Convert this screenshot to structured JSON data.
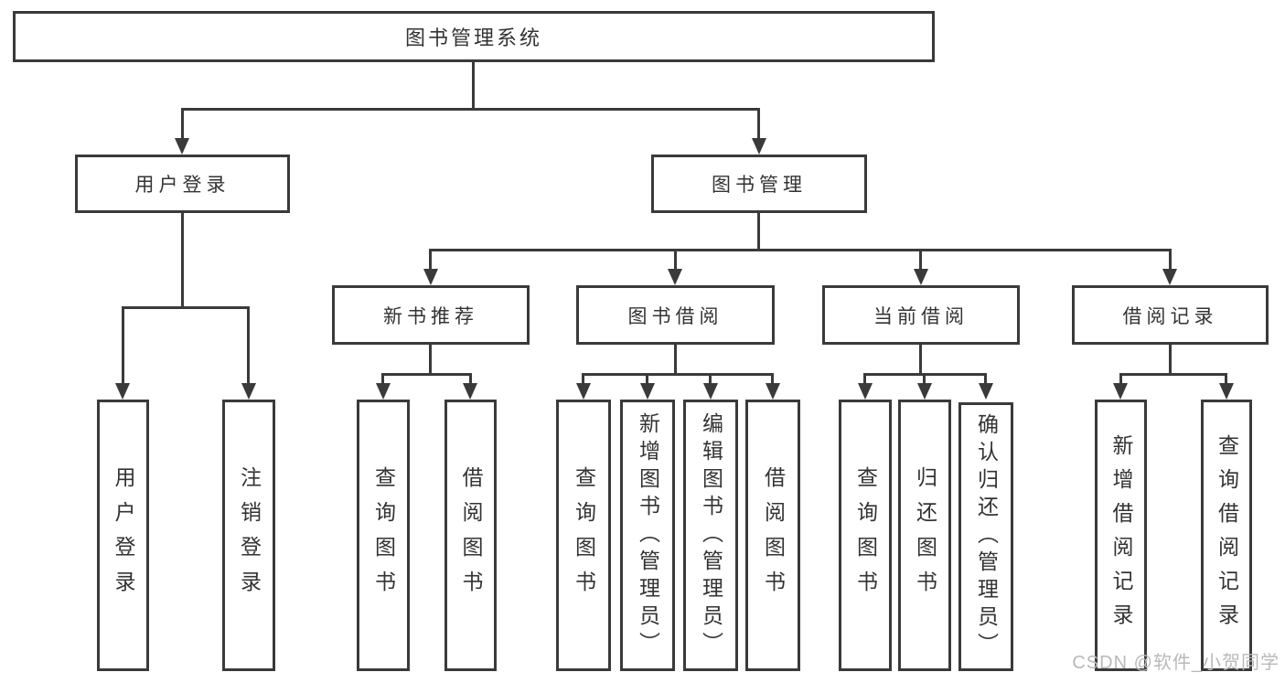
{
  "colors": {
    "background": "#ffffff",
    "line": "#3a3a3a",
    "box_border": "#3a3a3a",
    "text": "#333333",
    "watermark": "#b9b9b9"
  },
  "watermark": {
    "label": "CSDN @软件_小贺同学"
  },
  "tree": {
    "root": {
      "label": "图书管理系统"
    },
    "level2": [
      {
        "label": "用户登录",
        "children": [
          {
            "label": "用户登录"
          },
          {
            "label": "注销登录"
          }
        ]
      },
      {
        "label": "图书管理",
        "children": [
          {
            "label": "新书推荐",
            "children": [
              {
                "label": "查询图书"
              },
              {
                "label": "借阅图书"
              }
            ]
          },
          {
            "label": "图书借阅",
            "children": [
              {
                "label": "查询图书"
              },
              {
                "label": "新增图书（管理员）"
              },
              {
                "label": "编辑图书（管理员）"
              },
              {
                "label": "借阅图书"
              }
            ]
          },
          {
            "label": "当前借阅",
            "children": [
              {
                "label": "查询图书"
              },
              {
                "label": "归还图书"
              },
              {
                "label": "确认归还（管理员）"
              }
            ]
          },
          {
            "label": "借阅记录",
            "children": [
              {
                "label": "新增借阅记录"
              },
              {
                "label": "查询借阅记录"
              }
            ]
          }
        ]
      }
    ]
  }
}
